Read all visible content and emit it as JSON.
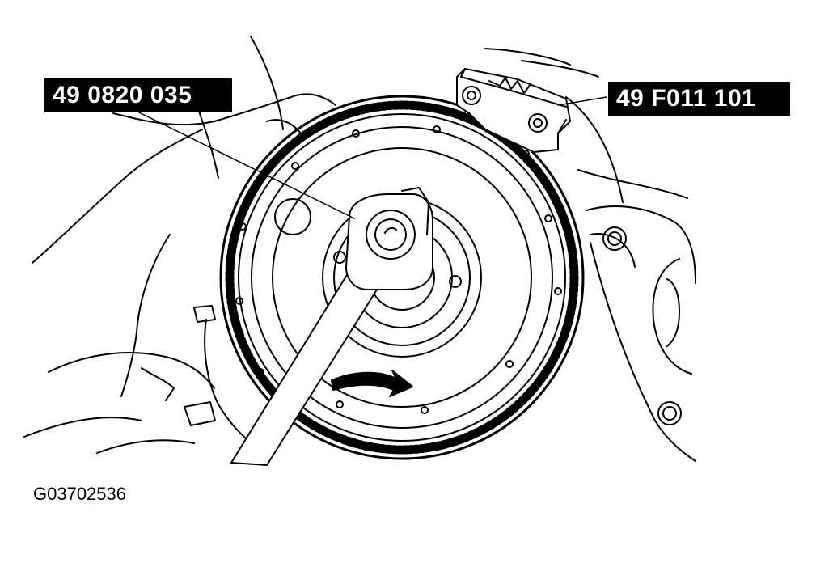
{
  "callouts": {
    "tool_a": "49 0820 035",
    "tool_b": "49 F011 101"
  },
  "figure_id": "G03702536",
  "colors": {
    "ink": "#000000",
    "paper": "#ffffff"
  }
}
